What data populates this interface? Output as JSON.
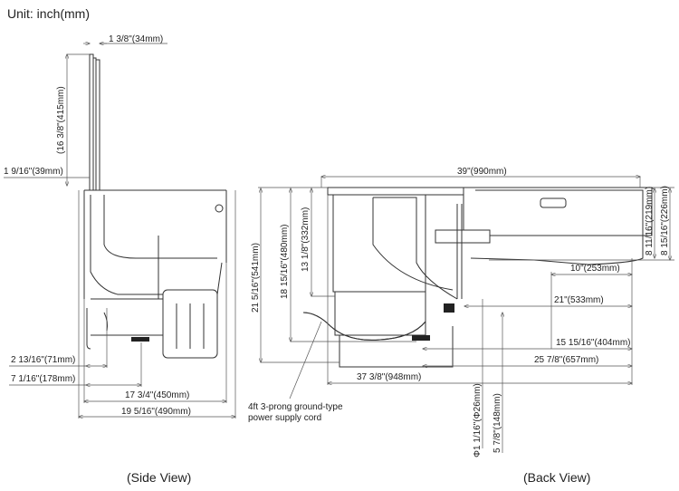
{
  "unit_label": "Unit: inch(mm)",
  "side_view": {
    "caption": "(Side View)",
    "dims": {
      "lid_thickness": "1 3/8\"(34mm)",
      "lid_height": "(16 3/8\"(415mm)",
      "lid_offset": "1 9/16\"(39mm)",
      "d_71": "2 13/16\"(71mm)",
      "d_178": "7 1/16\"(178mm)",
      "d_450": "17 3/4\"(450mm)",
      "d_490": "19 5/16\"(490mm)"
    }
  },
  "back_view": {
    "caption": "(Back View)",
    "dims": {
      "width_990": "39\"(990mm)",
      "h_541": "21 5/16\"(541mm)",
      "h_480": "18 15/16\"(480mm)",
      "h_332": "13 1/8\"(332mm)",
      "h_219": "8 11/16\"(219mm)",
      "h_226": "8 15/16\"(226mm)",
      "w_253": "10\"(253mm)",
      "w_533": "21\"(533mm)",
      "w_404": "15 15/16\"(404mm)",
      "w_657": "25 7/8\"(657mm)",
      "w_948": "37 3/8\"(948mm)",
      "phi_26": "Φ1 1/16\"(Φ26mm)",
      "h_148": "5 7/8\"(148mm)"
    },
    "cord_note_line1": "4ft 3-prong ground-type",
    "cord_note_line2": "power supply cord"
  }
}
